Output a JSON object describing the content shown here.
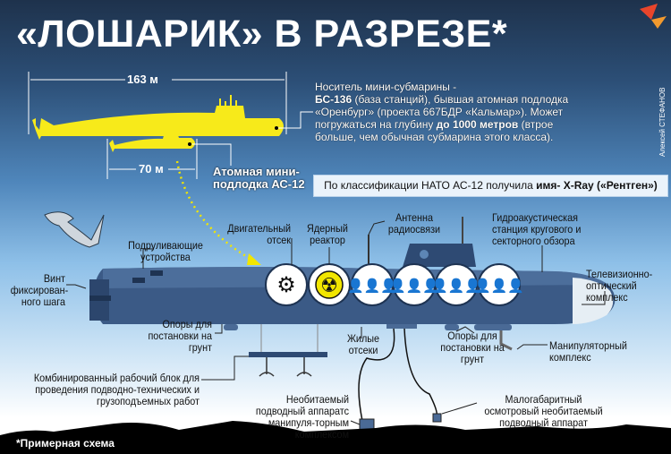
{
  "title": "«ЛОШАРИК» В РАЗРЕЗЕ*",
  "carrier": {
    "length": "163 м",
    "line1": "Носитель мини-субмарины -",
    "name": "БС-136",
    "line2": " (база станций), бывшая атомная подлодка «Оренбург» (проекта 667БДР «Кальмар»). Может погружаться на глубину ",
    "depth": "до 1000 метров",
    "line3": " (втрое больше, чем обычная субмарина этого класса)."
  },
  "mini_sub": {
    "length": "70 м",
    "label": "Атомная мини-подлодка АС-12"
  },
  "author": "Алексей СТЕФАНОВ",
  "nato": {
    "text": "По классификации НАТО АС-12 получила ",
    "bold": "имя- X-Ray («Рентген»)"
  },
  "labels": {
    "thrusters": "Подруливающие устройства",
    "engine": "Двигательный отсек",
    "reactor": "Ядерный реактор",
    "antenna": "Антенна радиосвязи",
    "sonar": "Гидроакустическая станция кругового и секторного обзора",
    "tv": "Телевизионно-оптический комплекс",
    "propeller": "Винт фиксирован-ного шага",
    "supports_left": "Опоры для постановки на грунт",
    "living": "Жилые отсеки",
    "supports_right": "Опоры для постановки на грунт",
    "manipulator": "Манипуляторный комплекс",
    "work_block": "Комбинированный рабочий блок для проведения подводно-технических и грузоподъемных работ",
    "rov_manip": "Необитаемый подводный аппаратс манипуля-торным комплексом",
    "rov_small": "Малогабаритный осмотровый необитаемый подводный аппарат"
  },
  "footnote": "*Примерная схема",
  "colors": {
    "carrier": "#f7ea1a",
    "hull": "#3b5a86",
    "accent": "#f2e600"
  },
  "icons": [
    "gears-icon",
    "radiation-icon",
    "crew-icon",
    "crew-icon",
    "crew-icon",
    "crew-icon"
  ]
}
